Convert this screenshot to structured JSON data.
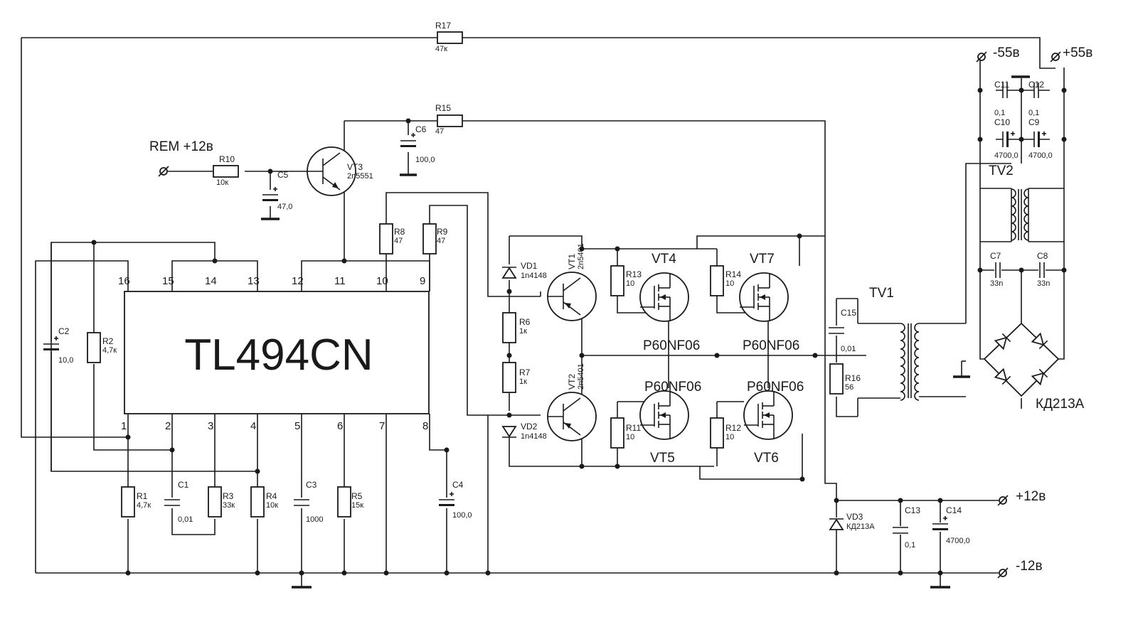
{
  "chip": {
    "name": "TL494CN",
    "pins_top": [
      "16",
      "15",
      "14",
      "13",
      "12",
      "11",
      "10",
      "9"
    ],
    "pins_bottom": [
      "1",
      "2",
      "3",
      "4",
      "5",
      "6",
      "7",
      "8"
    ]
  },
  "labels": {
    "rem": "REM +12в",
    "minus55": "-55в",
    "plus55": "+55в",
    "plus12": "+12в",
    "minus12": "-12в",
    "tv1": "TV1",
    "tv2": "TV2",
    "bridge": "КД213А"
  },
  "resistors": [
    {
      "ref": "R17",
      "val": "47к"
    },
    {
      "ref": "R15",
      "val": "47"
    },
    {
      "ref": "R10",
      "val": "10к"
    },
    {
      "ref": "R8",
      "val": "47"
    },
    {
      "ref": "R9",
      "val": "47"
    },
    {
      "ref": "R2",
      "val": "4,7к"
    },
    {
      "ref": "R1",
      "val": "4,7к"
    },
    {
      "ref": "R3",
      "val": "33к"
    },
    {
      "ref": "R4",
      "val": "10к"
    },
    {
      "ref": "R5",
      "val": "15к"
    },
    {
      "ref": "R6",
      "val": "1к"
    },
    {
      "ref": "R7",
      "val": "1к"
    },
    {
      "ref": "R13",
      "val": "10"
    },
    {
      "ref": "R14",
      "val": "10"
    },
    {
      "ref": "R11",
      "val": "10"
    },
    {
      "ref": "R12",
      "val": "10"
    },
    {
      "ref": "R16",
      "val": "56"
    }
  ],
  "capacitors": [
    {
      "ref": "C6",
      "val": "100,0"
    },
    {
      "ref": "C5",
      "val": "47,0"
    },
    {
      "ref": "C2",
      "val": "10,0"
    },
    {
      "ref": "C1",
      "val": "0,01"
    },
    {
      "ref": "C3",
      "val": "1000"
    },
    {
      "ref": "C4",
      "val": "100,0"
    },
    {
      "ref": "C15",
      "val": "0,01"
    },
    {
      "ref": "C13",
      "val": "0,1"
    },
    {
      "ref": "C14",
      "val": "4700,0"
    },
    {
      "ref": "C11",
      "val": "0,1"
    },
    {
      "ref": "C12",
      "val": "0,1"
    },
    {
      "ref": "C10",
      "val": "4700,0"
    },
    {
      "ref": "C9",
      "val": "4700,0"
    },
    {
      "ref": "C7",
      "val": "33n"
    },
    {
      "ref": "C8",
      "val": "33n"
    }
  ],
  "transistors": {
    "vt3": {
      "ref": "VT3",
      "part": "2n5551"
    },
    "vt1": {
      "ref": "VT1",
      "part": "2n5401"
    },
    "vt2": {
      "ref": "VT2",
      "part": "2n5401"
    },
    "vt4": {
      "ref": "VT4",
      "part": "P60NF06"
    },
    "vt7": {
      "ref": "VT7",
      "part": "P60NF06"
    },
    "vt5": {
      "ref": "VT5",
      "part": "P60NF06"
    },
    "vt6": {
      "ref": "VT6",
      "part": "P60NF06"
    }
  },
  "diodes": [
    {
      "ref": "VD1",
      "part": "1n4148"
    },
    {
      "ref": "VD2",
      "part": "1n4148"
    },
    {
      "ref": "VD3",
      "part": "КД213А"
    }
  ]
}
